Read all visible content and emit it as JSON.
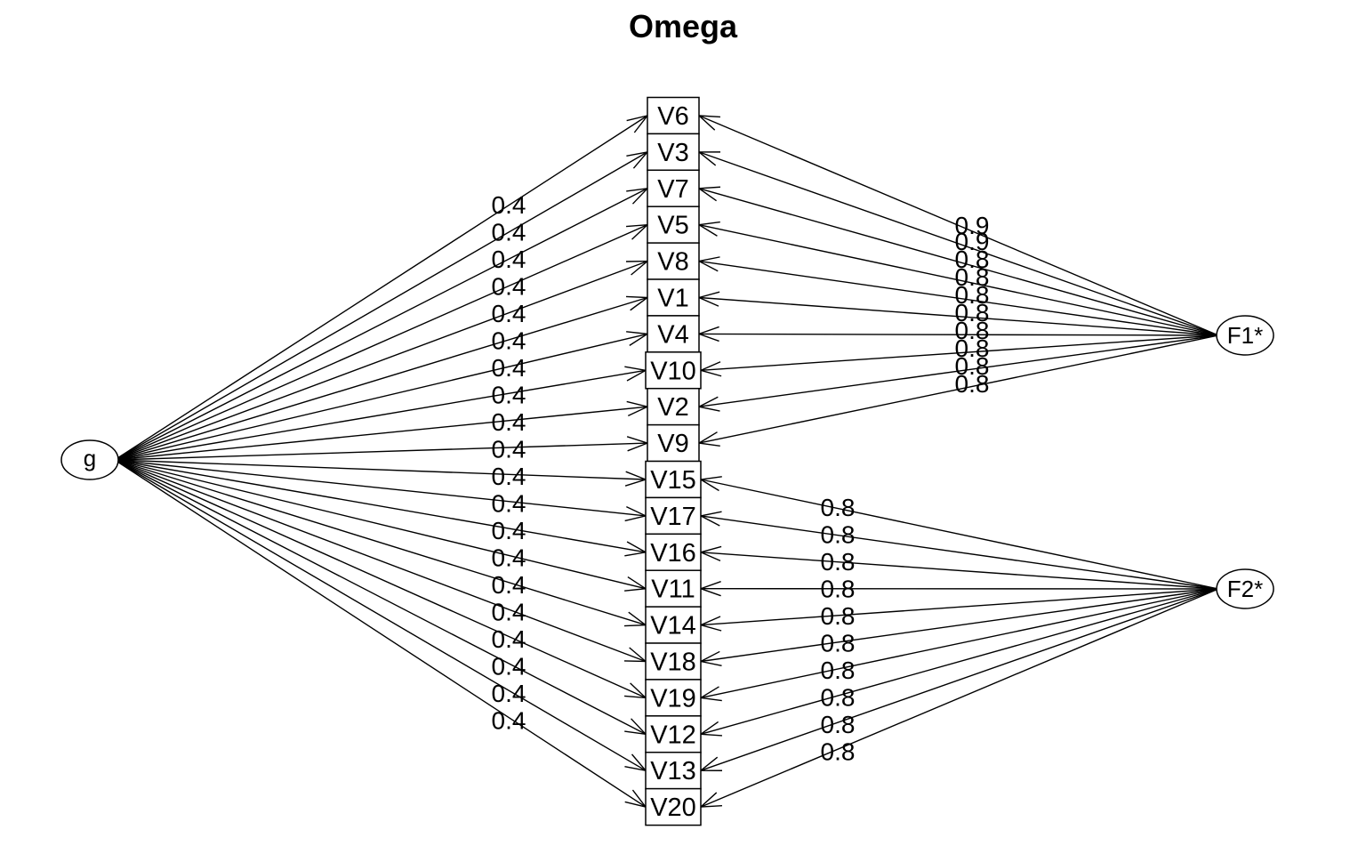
{
  "title": "Omega",
  "general_factor": {
    "label": "g"
  },
  "group_factors": [
    {
      "id": "F1",
      "label": "F1*"
    },
    {
      "id": "F2",
      "label": "F2*"
    }
  ],
  "variables": [
    "V6",
    "V3",
    "V7",
    "V5",
    "V8",
    "V1",
    "V4",
    "V10",
    "V2",
    "V9",
    "V15",
    "V17",
    "V16",
    "V11",
    "V14",
    "V18",
    "V19",
    "V12",
    "V13",
    "V20"
  ],
  "g_loadings": [
    "0.4",
    "0.4",
    "0.4",
    "0.4",
    "0.4",
    "0.4",
    "0.4",
    "0.4",
    "0.4",
    "0.4",
    "0.4",
    "0.4",
    "0.4",
    "0.4",
    "0.4",
    "0.4",
    "0.4",
    "0.4",
    "0.4",
    "0.4"
  ],
  "group_loadings": {
    "F1": {
      "variables": [
        "V6",
        "V3",
        "V7",
        "V5",
        "V8",
        "V1",
        "V4",
        "V10",
        "V2",
        "V9"
      ],
      "loadings": [
        "0.9",
        "0.9",
        "0.8",
        "0.8",
        "0.8",
        "0.8",
        "0.8",
        "0.8",
        "0.8",
        "0.8"
      ]
    },
    "F2": {
      "variables": [
        "V15",
        "V17",
        "V16",
        "V11",
        "V14",
        "V18",
        "V19",
        "V12",
        "V13",
        "V20"
      ],
      "loadings": [
        "0.8",
        "0.8",
        "0.8",
        "0.8",
        "0.8",
        "0.8",
        "0.8",
        "0.8",
        "0.8",
        "0.8"
      ]
    }
  }
}
